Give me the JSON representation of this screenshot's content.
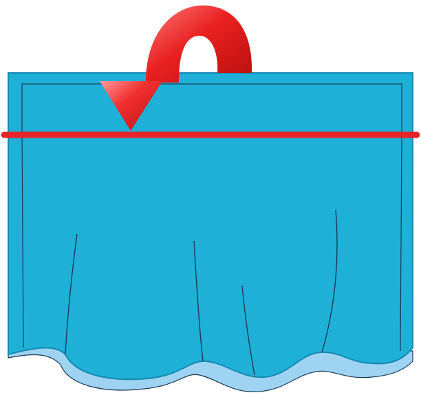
{
  "diagram": {
    "subject": "curtain-fold-over-illustration",
    "colors": {
      "fabric": "#1fb0d8",
      "fabric_edge": "#1488b0",
      "lining": "#9fd3f2",
      "outline": "#1a3a55",
      "fold_line": "#e8242a",
      "arrow_light": "#ff6a6a",
      "arrow_dark": "#d81414",
      "background": "#ffffff"
    },
    "elements": {
      "fold_arrow": "curved-down-arrow-icon",
      "fold_line": "horizontal-fold-line",
      "curtain": "curtain-panel",
      "hem": "scalloped-hem-lining"
    }
  }
}
